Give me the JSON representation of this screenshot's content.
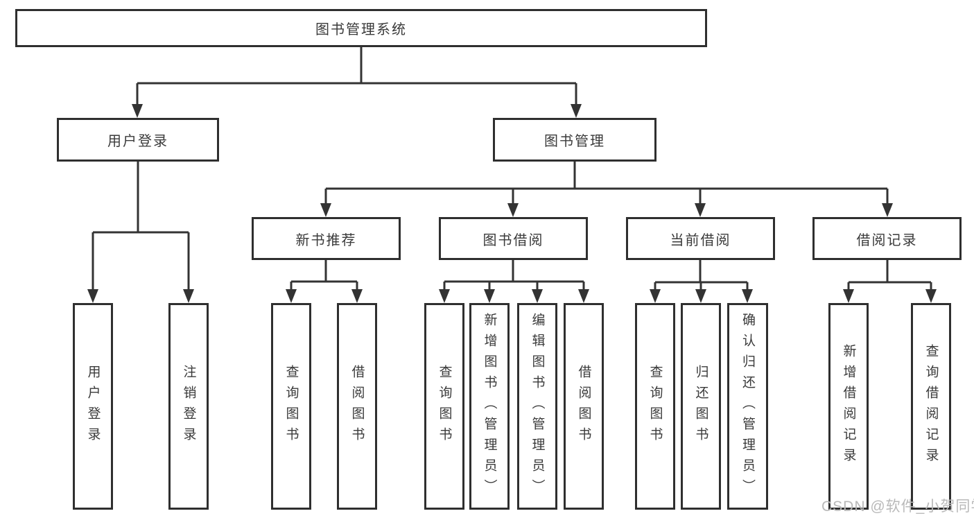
{
  "tree": {
    "label": "图书管理系统",
    "children": [
      {
        "label": "用户登录",
        "children": [
          {
            "label": "用户登录"
          },
          {
            "label": "注销登录"
          }
        ]
      },
      {
        "label": "图书管理",
        "children": [
          {
            "label": "新书推荐",
            "children": [
              {
                "label": "查询图书"
              },
              {
                "label": "借阅图书"
              }
            ]
          },
          {
            "label": "图书借阅",
            "children": [
              {
                "label": "查询图书"
              },
              {
                "label": "新增图书（管理员）"
              },
              {
                "label": "编辑图书（管理员）"
              },
              {
                "label": "借阅图书"
              }
            ]
          },
          {
            "label": "当前借阅",
            "children": [
              {
                "label": "查询图书"
              },
              {
                "label": "归还图书"
              },
              {
                "label": "确认归还（管理员）"
              }
            ]
          },
          {
            "label": "借阅记录",
            "children": [
              {
                "label": "新增借阅记录"
              },
              {
                "label": "查询借阅记录"
              }
            ]
          }
        ]
      }
    ]
  },
  "watermark": "CSDN @软件_小贺同学",
  "colors": {
    "line": "#333333",
    "box_border": "#2f2f2f",
    "text": "#3a3a3a",
    "background": "#ffffff",
    "watermark": "#b9b9b9"
  }
}
